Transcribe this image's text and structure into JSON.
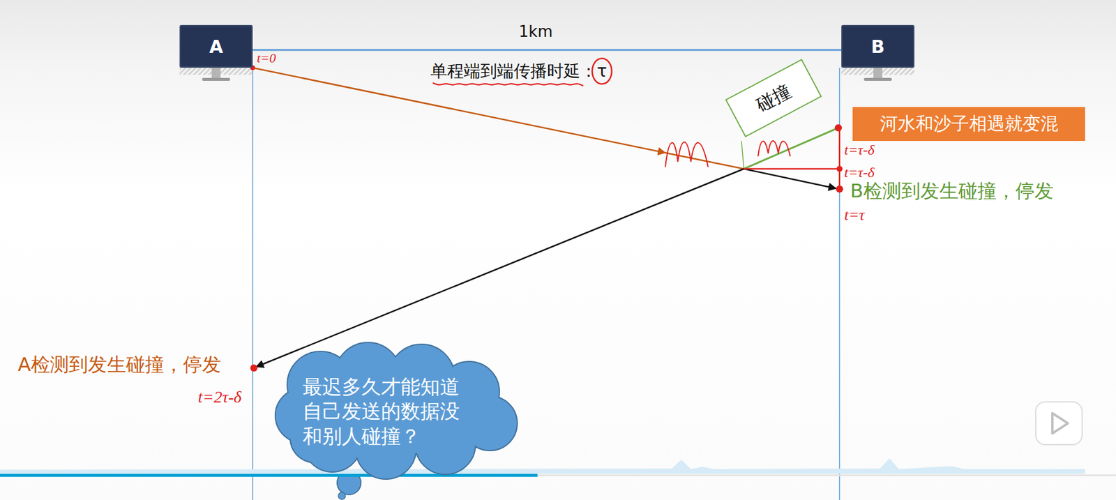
{
  "diagram": {
    "nodes": [
      {
        "text": [
          "A"
        ]
      },
      {
        "text": [
          "B"
        ]
      },
      {
        "text": [
          "碰撞"
        ]
      },
      {
        "text": [
          "河水和沙子相遇就变混"
        ]
      },
      {
        "text": [
          "最迟多久才能知道自己发送的数据没和别人碰撞？"
        ]
      }
    ],
    "labels": [
      "1km",
      "单程端到端传播时延：τ",
      "t=0",
      "t=τ-δ",
      "t=τ-δ",
      "t=τ",
      "B检测到发生碰撞，停发",
      "A检测到发生碰撞，停发",
      "t=2τ-δ"
    ]
  }
}
